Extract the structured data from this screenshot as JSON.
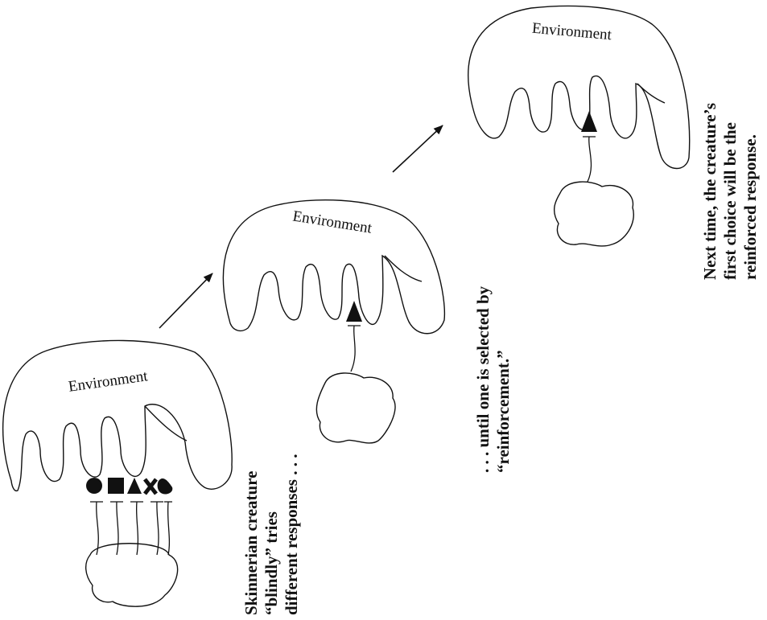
{
  "panels": [
    {
      "environment_label": "Environment",
      "caption": [
        "Skinnerian creature",
        "“blindly” tries",
        "different responses . . ."
      ],
      "responses": [
        "circle",
        "square",
        "triangle",
        "x",
        "blob"
      ]
    },
    {
      "environment_label": "Environment",
      "caption": [
        ". . . until one is selected by",
        "“reinforcement.”"
      ],
      "responses": [
        "triangle"
      ]
    },
    {
      "environment_label": "Environment",
      "caption": [
        "Next time, the  creature’s",
        "first choice will be the",
        "reinforced response."
      ],
      "responses": [
        "triangle"
      ]
    }
  ],
  "colors": {
    "ink": "#111111",
    "paper": "#ffffff"
  }
}
